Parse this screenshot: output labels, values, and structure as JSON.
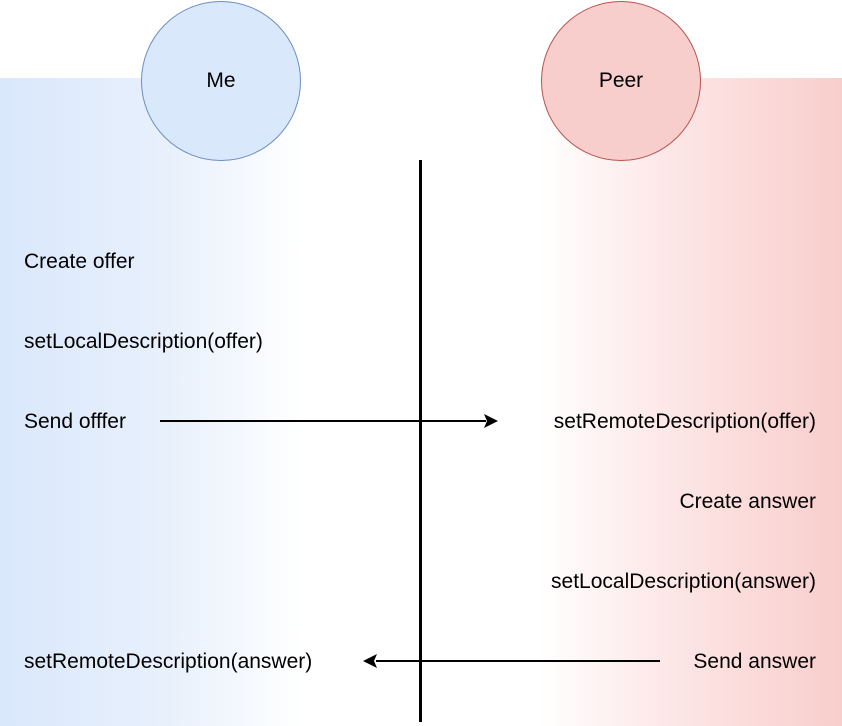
{
  "actors": {
    "me": {
      "label": "Me",
      "fill": "#dae8fc",
      "stroke": "#6c8ebf"
    },
    "peer": {
      "label": "Peer",
      "fill": "#f8cecc",
      "stroke": "#b85450"
    }
  },
  "me_steps": {
    "create_offer": "Create offer",
    "set_local_offer": "setLocalDescription(offer)",
    "send_offer": "Send offfer",
    "set_remote_answer": "setRemoteDescription(answer)"
  },
  "peer_steps": {
    "set_remote_offer": "setRemoteDescription(offer)",
    "create_answer": "Create answer",
    "set_local_answer": "setLocalDescription(answer)",
    "send_answer": "Send answer"
  }
}
